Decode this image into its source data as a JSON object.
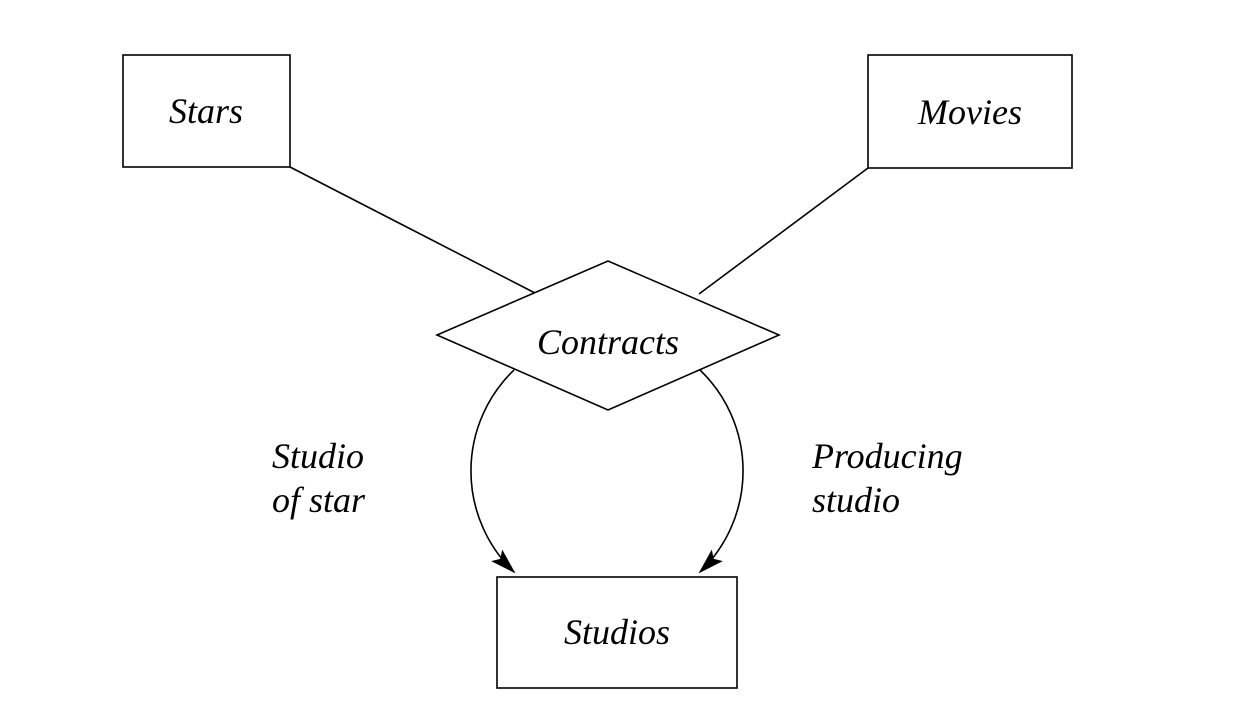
{
  "colors": {
    "stroke": "#000000",
    "background": "#ffffff"
  },
  "diagram": {
    "entities": {
      "stars": "Stars",
      "movies": "Movies",
      "studios": "Studios"
    },
    "relationship": "Contracts",
    "edge_labels": {
      "studio_of_star": {
        "line1": "Studio",
        "line2": "of star"
      },
      "producing_studio": {
        "line1": "Producing",
        "line2": "studio"
      }
    }
  }
}
